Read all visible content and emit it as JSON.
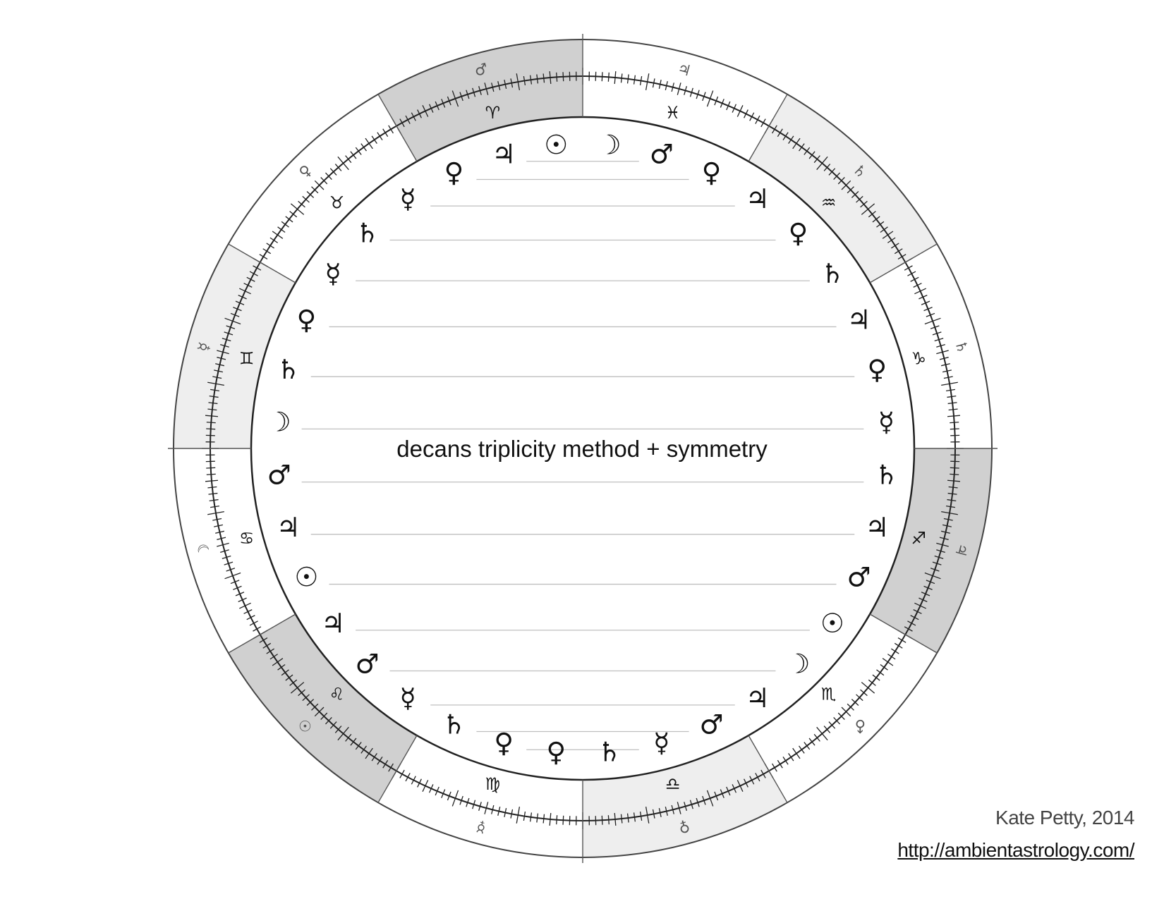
{
  "title": "decans triplicity method + symmetry",
  "credit": "Kate Petty, 2014",
  "url": "http://ambientastrology.com/",
  "colors": {
    "dark_shade": "#d0d0d0",
    "light_shade": "#eeeeee",
    "line": "#222222",
    "guide_line": "#bfbfbf"
  },
  "signs": [
    {
      "name": "Aries",
      "glyph": "♈",
      "ruler": "♂",
      "shade": "dark"
    },
    {
      "name": "Taurus",
      "glyph": "♉",
      "ruler": "♀",
      "shade": "none"
    },
    {
      "name": "Gemini",
      "glyph": "♊",
      "ruler": "☿",
      "shade": "light"
    },
    {
      "name": "Cancer",
      "glyph": "♋",
      "ruler": "☽",
      "shade": "none"
    },
    {
      "name": "Leo",
      "glyph": "♌",
      "ruler": "☉",
      "shade": "dark"
    },
    {
      "name": "Virgo",
      "glyph": "♍",
      "ruler": "☿",
      "shade": "none"
    },
    {
      "name": "Libra",
      "glyph": "♎",
      "ruler": "♀",
      "shade": "light"
    },
    {
      "name": "Scorpio",
      "glyph": "♏",
      "ruler": "♂",
      "shade": "none"
    },
    {
      "name": "Sagittarius",
      "glyph": "♐",
      "ruler": "♃",
      "shade": "dark"
    },
    {
      "name": "Capricorn",
      "glyph": "♑",
      "ruler": "♄",
      "shade": "none"
    },
    {
      "name": "Aquarius",
      "glyph": "♒",
      "ruler": "♄",
      "shade": "light"
    },
    {
      "name": "Pisces",
      "glyph": "♓",
      "ruler": "♃",
      "shade": "none"
    }
  ],
  "decans": [
    "☉",
    "♃",
    "♀",
    "☿",
    "♄",
    "☿",
    "♀",
    "♄",
    "☽",
    "♂",
    "♃",
    "☉",
    "♃",
    "♂",
    "☿",
    "♄",
    "♀",
    "♀",
    "♄",
    "☿",
    "♂",
    "♃",
    "☽",
    "☉",
    "♂",
    "♃",
    "♄",
    "☿",
    "♀",
    "♃",
    "♄",
    "♀",
    "♃",
    "♀",
    "♂",
    "☽"
  ]
}
